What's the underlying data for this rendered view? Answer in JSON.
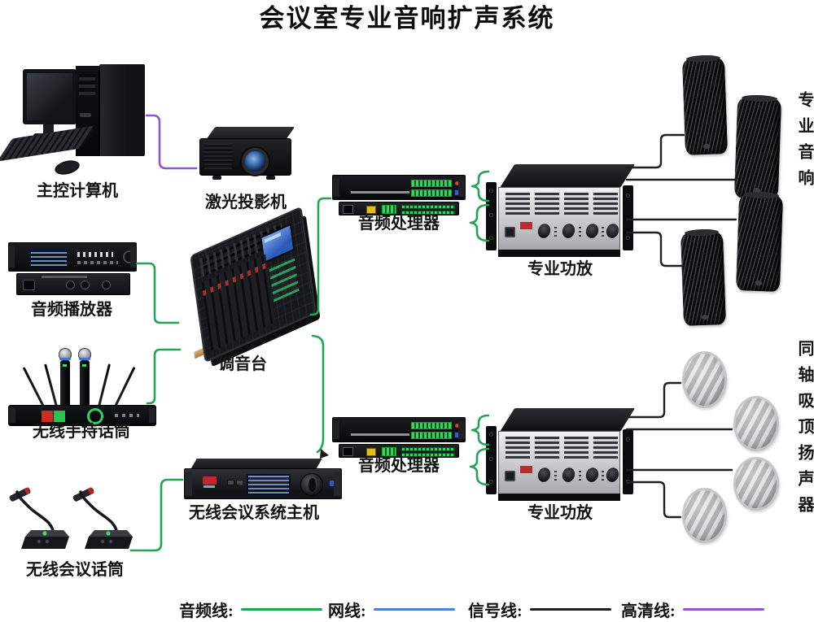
{
  "title": "会议室专业音响扩声系统",
  "nodes": {
    "computer": {
      "label": "主控计算机"
    },
    "projector": {
      "label": "激光投影机"
    },
    "audio_player": {
      "label": "音频播放器"
    },
    "mixer": {
      "label": "调音台"
    },
    "handheld_mic": {
      "label": "无线手持话筒"
    },
    "conference_host": {
      "label": "无线会议系统主机"
    },
    "conference_mic": {
      "label": "无线会议话筒"
    },
    "audio_processor": {
      "label": "音频处理器"
    },
    "power_amplifier": {
      "label": "专业功放"
    },
    "pro_speakers": {
      "label": "专业音响"
    },
    "ceiling_speakers": {
      "label": "同轴吸顶扬声器"
    }
  },
  "legend": {
    "items": [
      {
        "label": "音频线:",
        "type": "audio_cable"
      },
      {
        "label": "网线:",
        "type": "network_cable"
      },
      {
        "label": "信号线:",
        "type": "signal_cable"
      },
      {
        "label": "高清线:",
        "type": "hd_cable"
      }
    ]
  },
  "colors": {
    "audio_cable": "#23a455",
    "network_cable": "#4a84d8",
    "signal_cable": "#202020",
    "hd_cable": "#9057c8"
  }
}
